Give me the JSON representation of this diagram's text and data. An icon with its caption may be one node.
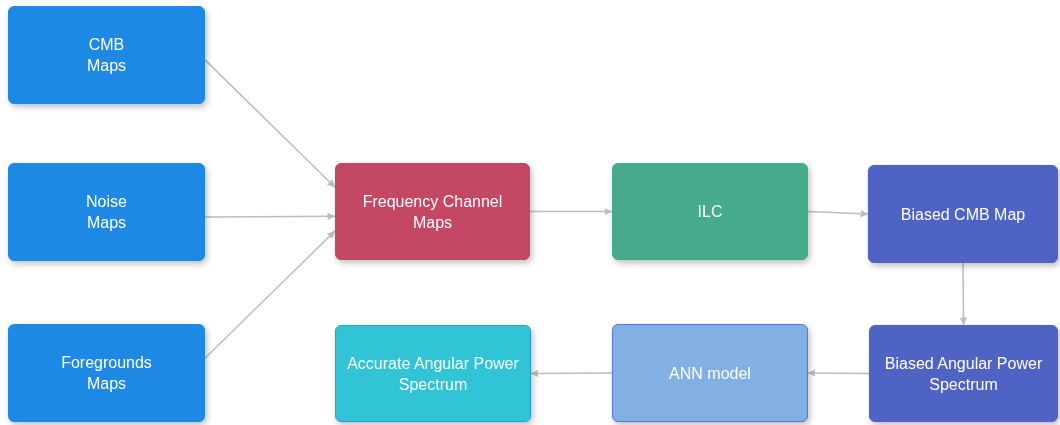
{
  "diagram": {
    "nodes": [
      {
        "text": [
          "CMB Maps"
        ]
      },
      {
        "text": [
          "Noise Maps"
        ]
      },
      {
        "text": [
          "Foregrounds Maps"
        ]
      },
      {
        "text": [
          "Frequency Channel Maps"
        ]
      },
      {
        "text": [
          "ILC"
        ]
      },
      {
        "text": [
          "Biased CMB Map"
        ]
      },
      {
        "text": [
          "Biased Angular Power Spectrum"
        ]
      },
      {
        "text": [
          "ANN model"
        ]
      },
      {
        "text": [
          "Accurate Angular Power Spectrum"
        ]
      }
    ],
    "edges": [
      {
        "from": 0,
        "to": 3,
        "arrow": "to"
      },
      {
        "from": 1,
        "to": 3,
        "arrow": "to"
      },
      {
        "from": 2,
        "to": 3,
        "arrow": "to"
      },
      {
        "from": 3,
        "to": 4,
        "arrow": "to"
      },
      {
        "from": 4,
        "to": 5,
        "arrow": "to"
      },
      {
        "from": 5,
        "to": 6,
        "arrow": "to"
      },
      {
        "from": 6,
        "to": 7,
        "arrow": "to"
      },
      {
        "from": 7,
        "to": 8,
        "arrow": "to"
      }
    ]
  }
}
